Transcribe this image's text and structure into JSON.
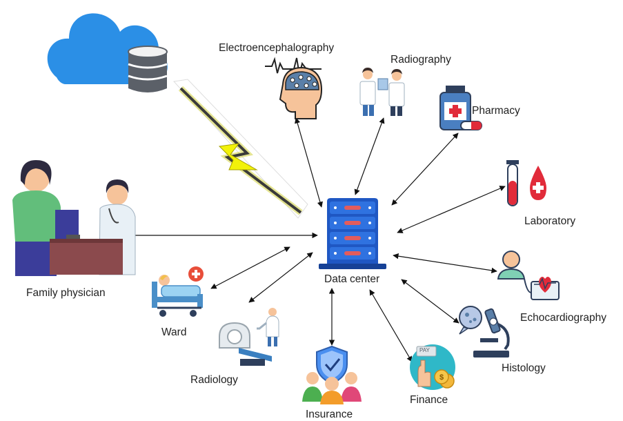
{
  "nodes": {
    "center": {
      "label": "Data center"
    },
    "family_physician": {
      "label": "Family physician"
    },
    "eeg": {
      "label": "Electroencephalography"
    },
    "radiography": {
      "label": "Radiography"
    },
    "pharmacy": {
      "label": "Pharmacy"
    },
    "laboratory": {
      "label": "Laboratory"
    },
    "echocardiography": {
      "label": "Echocardiography"
    },
    "histology": {
      "label": "Histology"
    },
    "finance": {
      "label": "Finance",
      "badge": "PAY"
    },
    "insurance": {
      "label": "Insurance"
    },
    "radiology": {
      "label": "Radiology"
    },
    "ward": {
      "label": "Ward"
    }
  },
  "colors": {
    "server": "#1f57c3",
    "cloud": "#2b8fe6",
    "bolt": "#f2f20a",
    "arrow": "#111111",
    "blood": "#e12b3a",
    "shield": "#4a8ff0"
  }
}
